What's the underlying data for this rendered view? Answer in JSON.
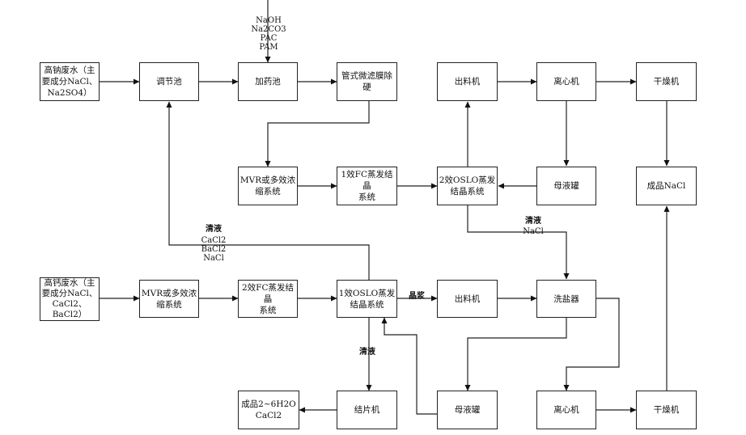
{
  "nodes": {
    "n_feed1": "高钠废水（主\n要成分NaCl、\nNa2SO4）",
    "n_tiaojie": "调节池",
    "n_jiayao": "加药池",
    "n_membrane": "管式微滤膜除\n硬",
    "n_chuliao1": "出料机",
    "n_lixin1": "离心机",
    "n_ganzao1": "干燥机",
    "n_mvr1": "MVR或多效浓\n缩系统",
    "n_fc1": "1效FC蒸发结晶\n系统",
    "n_oslo2": "2效OSLO蒸发\n结晶系统",
    "n_muye1": "母液罐",
    "n_nacl_product": "成品NaCl",
    "n_feed2": "高钙废水（主\n要成分NaCl、\nCaCl2、\nBaCl2）",
    "n_mvr2": "MVR或多效浓\n缩系统",
    "n_fc2": "2效FC蒸发结晶\n系统",
    "n_oslo1": "1效OSLO蒸发\n结晶系统",
    "n_chuliao2": "出料机",
    "n_xiyan": "洗盐器",
    "n_jiepian": "结片机",
    "n_muye2": "母液罐",
    "n_lixin2": "离心机",
    "n_ganzao2": "干燥机",
    "n_cacl_product": "成品2~6H2O\nCaCl2"
  },
  "labels": {
    "chemicals": "NaOH\nNa2CO3\nPAC\nPAM",
    "clear1_title": "清液",
    "clear1_body": "CaCl2\nBaCl2\nNaCl",
    "clear2_title": "清液",
    "clear2_body": "NaCl",
    "slurry": "晶浆",
    "clear3": "清液"
  }
}
